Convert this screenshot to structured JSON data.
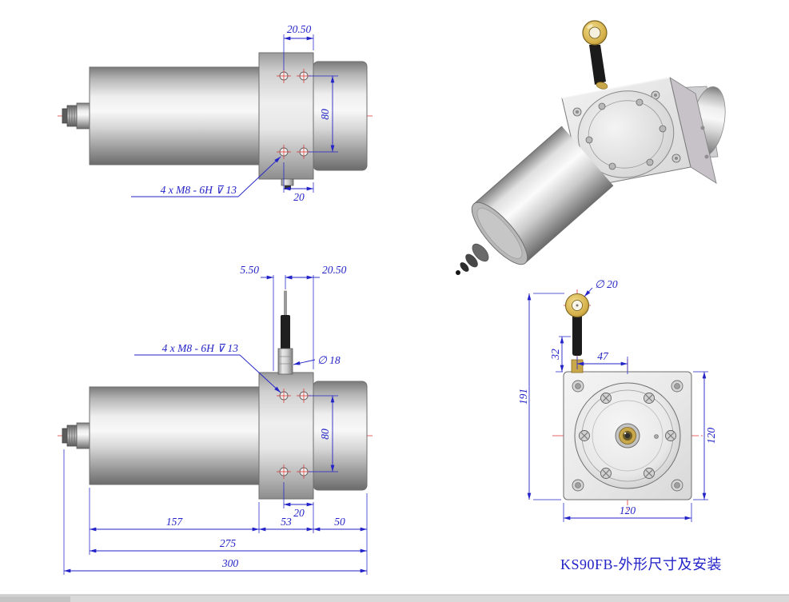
{
  "drawing": {
    "title": "KS90FB-外形尺寸及安装",
    "colors": {
      "dimension_blue": "#2323c8",
      "centerline_red": "#e23030",
      "metal_light": "#f0f0f0",
      "brass": "#c9a84c"
    },
    "top_view": {
      "hole_offset_top": "20.50",
      "bolt_spacing": "80",
      "hole_offset_bottom": "20",
      "thread_note": "4 x M8 - 6H ⊽ 13"
    },
    "side_view": {
      "wire_offset": "5.50",
      "hole_offset_top": "20.50",
      "thread_note": "4 x M8 - 6H ⊽ 13",
      "wire_fitting_dia": "∅ 18",
      "bolt_spacing": "80",
      "hole_offset_bottom": "20",
      "len_body": "157",
      "len_flange": "53",
      "len_rear": "50",
      "len_subtotal": "275",
      "len_total": "300"
    },
    "front_view": {
      "eyelet_dia": "∅ 20",
      "eyelet_offset_x": "47",
      "eyelet_offset_y": "32",
      "total_height": "191",
      "flange_height": "120",
      "flange_width": "120"
    }
  }
}
